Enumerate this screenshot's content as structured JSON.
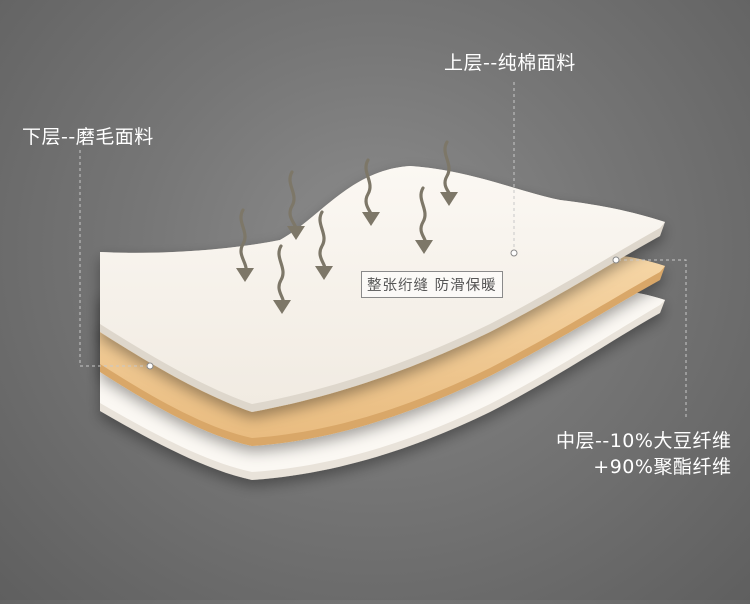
{
  "labels": {
    "top": "上层--纯棉面料",
    "bottom": "下层--磨毛面料",
    "middle_line1": "中层--10%大豆纤维",
    "middle_line2": "+90%聚酯纤维"
  },
  "badge": "整张绗缝  防滑保暖",
  "colors": {
    "top_layer": "#f8f3ed",
    "middle_layer": "#f0c78f",
    "bottom_layer": "#f8f3ed",
    "arrows": "#7d7768",
    "leader_lines": "#c0c0c0"
  }
}
